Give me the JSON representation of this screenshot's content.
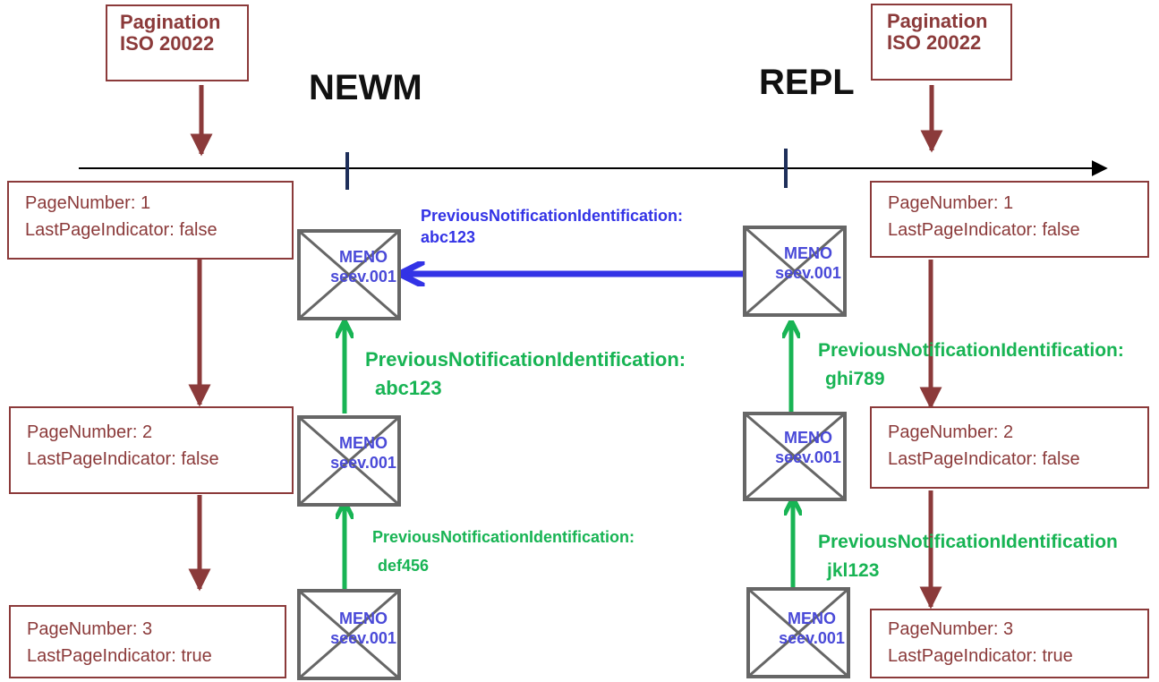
{
  "colors": {
    "maroon": "#8b3a3a",
    "green": "#18b454",
    "blue": "#3333e6",
    "envelope": "#666666",
    "timeline_tick": "#1e2f5a"
  },
  "headers": {
    "left": {
      "line1": "Pagination",
      "line2": "ISO 20022"
    },
    "right": {
      "line1": "Pagination",
      "line2": "ISO 20022"
    }
  },
  "event_labels": {
    "newm": "NEWM",
    "repl": "REPL"
  },
  "left_pages": [
    {
      "page": "PageNumber: 1",
      "last": "LastPageIndicator: false"
    },
    {
      "page": "PageNumber: 2",
      "last": "LastPageIndicator: false"
    },
    {
      "page": "PageNumber: 3",
      "last": "LastPageIndicator: true"
    }
  ],
  "right_pages": [
    {
      "page": "PageNumber: 1",
      "last": "LastPageIndicator: false"
    },
    {
      "page": "PageNumber: 2",
      "last": "LastPageIndicator: false"
    },
    {
      "page": "PageNumber: 3",
      "last": "LastPageIndicator: true"
    }
  ],
  "message": {
    "line1": "MENO",
    "line2": "seev.001"
  },
  "links": {
    "blue": {
      "line1": "PreviousNotificationIdentification:",
      "line2": "abc123"
    },
    "newm_upper": {
      "line1": "PreviousNotificationIdentification:",
      "line2": "abc123"
    },
    "newm_lower": {
      "line1": "PreviousNotificationIdentification:",
      "line2": "def456"
    },
    "repl_upper": {
      "line1": "PreviousNotificationIdentification:",
      "line2": "ghi789"
    },
    "repl_lower": {
      "line1": "PreviousNotificationIdentification",
      "line2": "jkl123"
    }
  }
}
